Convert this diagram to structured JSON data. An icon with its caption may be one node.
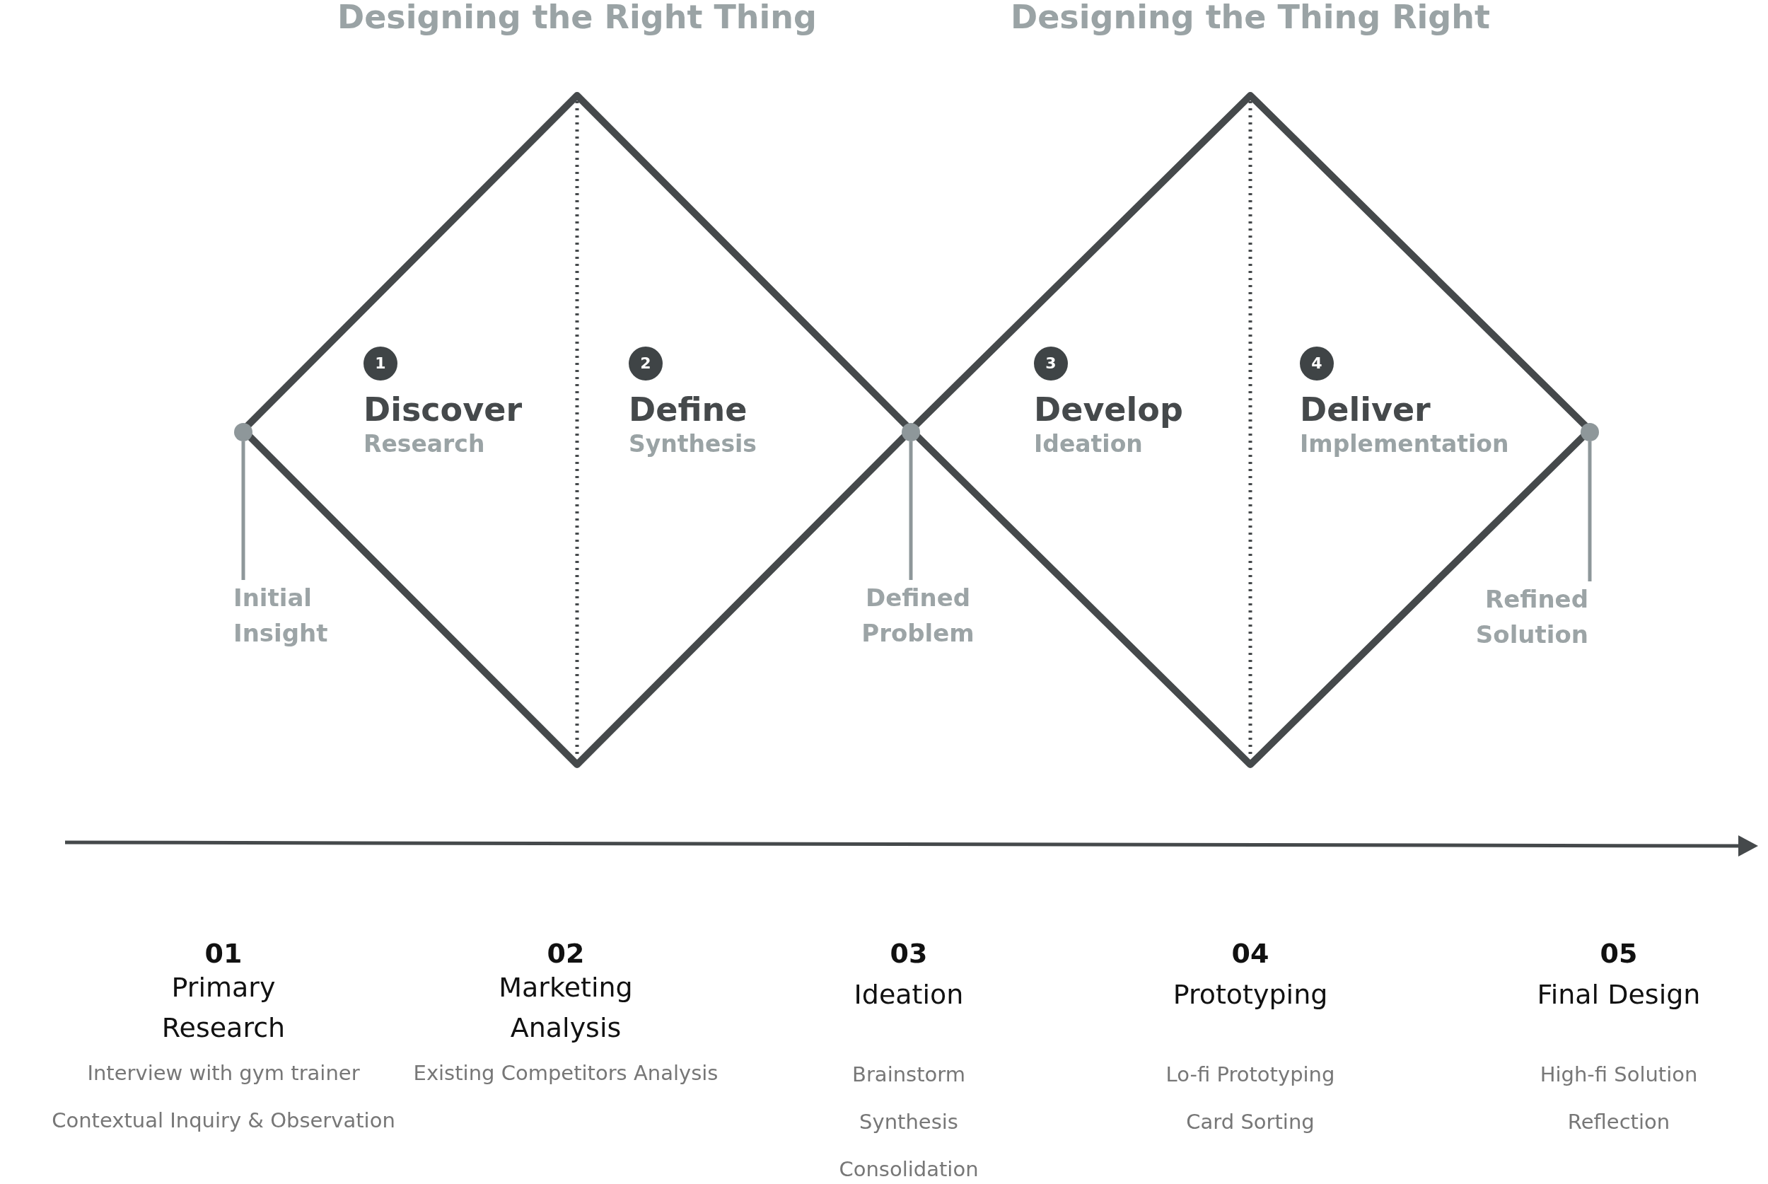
{
  "diagram": {
    "nodes": [
      {
        "text": [
          "Designing the Right Thing"
        ]
      },
      {
        "text": [
          "1",
          "Discover",
          "Research"
        ],
        "in": 0
      },
      {
        "text": [
          "2",
          "Define",
          "Synthesis"
        ],
        "in": 0
      },
      {
        "text": [
          "Designing the Thing Right"
        ]
      },
      {
        "text": [
          "3",
          "Develop",
          "Ideation"
        ],
        "in": 3
      },
      {
        "text": [
          "4",
          "Deliver",
          "Implementation"
        ],
        "in": 3
      },
      {
        "text": [],
        "shape": "circle"
      },
      {
        "text": [],
        "shape": "circle"
      },
      {
        "text": [],
        "shape": "circle"
      },
      {
        "text": [
          "Initial Insight"
        ]
      },
      {
        "text": [
          "Defined Problem"
        ]
      },
      {
        "text": [
          "Refined Solution"
        ]
      }
    ],
    "edges": [
      {
        "from": 9,
        "to": 6,
        "arrow": "none"
      },
      {
        "from": 10,
        "to": 7,
        "arrow": "none"
      },
      {
        "from": 11,
        "to": 8,
        "arrow": "none"
      }
    ],
    "labels": [
      "01",
      "Primary Research",
      "Interview with gym trainer",
      "Contextual Inquiry & Observation",
      "02",
      "Marketing Analysis",
      "Existing Competitors Analysis",
      "03",
      "Ideation",
      "Brainstorm",
      "Synthesis",
      "Consolidation",
      "04",
      "Prototyping",
      "Lo-fi Prototyping",
      "Card Sorting",
      "05",
      "Final Design",
      "High-fi Solution",
      "Reflection"
    ]
  }
}
